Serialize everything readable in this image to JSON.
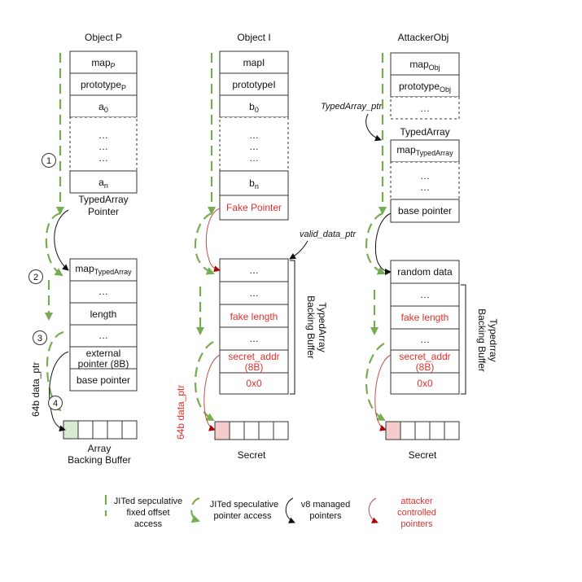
{
  "colors": {
    "green": "#76ad50",
    "red": "#e0302a",
    "green_cell": "#d9ead3",
    "red_cell": "#f4cccc"
  },
  "columns": {
    "p": {
      "title": "Object P",
      "map": "map",
      "map_sub": "P",
      "proto": "prototype",
      "proto_sub": "P",
      "a": "a",
      "a_sub": "0",
      "dots": "…",
      "an": "a",
      "an_sub": "n",
      "tp1": "TypedArray",
      "tp2": "Pointer",
      "map2": "map",
      "map2_sub": "TypedArray",
      "dots2": "…",
      "length": "length",
      "dots3": "…",
      "ext1": "external",
      "ext2": "pointer (8B)",
      "base": "base pointer",
      "data_ptr": "64b data_ptr",
      "buf1": "Array",
      "buf2": "Backing Buffer"
    },
    "i": {
      "title": "Object I",
      "map": "mapΙ",
      "proto": "prototypeΙ",
      "b": "b",
      "b_sub": "0",
      "dots": "…",
      "bn": "b",
      "bn_sub": "n",
      "fake_ptr": "Fake Pointer",
      "valid": "valid_data_ptr",
      "dots2": "…",
      "dots3": "…",
      "fake_len": "fake length",
      "dots4": "…",
      "secret1": "secret_addr",
      "secret2": "(8B)",
      "zero": "0x0",
      "brace1": "TypedArray",
      "brace2": "Backing Buffer",
      "data_ptr": "64b data_ptr",
      "secret_lbl": "Secret"
    },
    "a": {
      "title": "AttackerObj",
      "map": "map",
      "map_sub": "Obj",
      "proto": "prototype",
      "proto_sub": "Obj",
      "dots": "…",
      "ta_ptr": "TypedArray_ptr",
      "ta_title": "TypedArray",
      "ta_map": "map",
      "ta_map_sub": "TypedArray",
      "dots2": "…",
      "base": "base pointer",
      "random": "random data",
      "dots3": "…",
      "fake_len": "fake length",
      "dots4": "…",
      "secret1": "secret_addr",
      "secret2": "(8B)",
      "zero": "0x0",
      "brace1": "Typedrray",
      "brace2": "Backing Buffer",
      "secret_lbl": "Secret"
    }
  },
  "steps": [
    "1",
    "2",
    "3",
    "4"
  ],
  "legend": {
    "fixed1": "JITed sepculative",
    "fixed2": "fixed offset",
    "fixed3": "access",
    "spec1": "JITed speculative",
    "spec2": "pointer access",
    "v81": "v8 managed",
    "v82": "pointers",
    "att1": "attacker",
    "att2": "controlled",
    "att3": "pointers"
  }
}
